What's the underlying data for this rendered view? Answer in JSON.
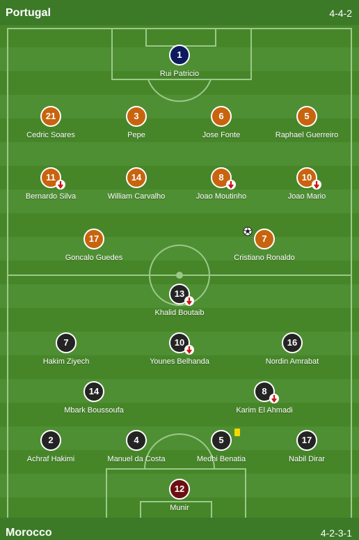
{
  "top_team": {
    "name": "Portugal",
    "formation": "4-4-2"
  },
  "bottom_team": {
    "name": "Morocco",
    "formation": "4-2-3-1"
  },
  "colors": {
    "portugal": "#c8640e",
    "portugal_gk": "#0d1b5e",
    "morocco": "#242424",
    "morocco_gk": "#6b0f12",
    "pitch": "#4f8f33"
  },
  "players": {
    "patricio": {
      "number": "1",
      "name": "Rui Patricio"
    },
    "soares": {
      "number": "21",
      "name": "Cedric Soares"
    },
    "pepe": {
      "number": "3",
      "name": "Pepe"
    },
    "fonte": {
      "number": "6",
      "name": "Jose Fonte"
    },
    "guerreiro": {
      "number": "5",
      "name": "Raphael Guerreiro"
    },
    "bsilva": {
      "number": "11",
      "name": "Bernardo Silva"
    },
    "carvalho": {
      "number": "14",
      "name": "William Carvalho"
    },
    "moutinho": {
      "number": "8",
      "name": "Joao Moutinho"
    },
    "mario": {
      "number": "10",
      "name": "Joao Mario"
    },
    "guedes": {
      "number": "17",
      "name": "Goncalo Guedes"
    },
    "ronaldo": {
      "number": "7",
      "name": "Cristiano Ronaldo"
    },
    "boutaib": {
      "number": "13",
      "name": "Khalid Boutaib"
    },
    "ziyech": {
      "number": "7",
      "name": "Hakim Ziyech"
    },
    "belhanda": {
      "number": "10",
      "name": "Younes Belhanda"
    },
    "amrabat": {
      "number": "16",
      "name": "Nordin Amrabat"
    },
    "boussoufa": {
      "number": "14",
      "name": "Mbark Boussoufa"
    },
    "elahmadi": {
      "number": "8",
      "name": "Karim El Ahmadi"
    },
    "hakimi": {
      "number": "2",
      "name": "Achraf Hakimi"
    },
    "dacosta": {
      "number": "4",
      "name": "Manuel da Costa"
    },
    "benatia": {
      "number": "5",
      "name": "Medhi Benatia"
    },
    "dirar": {
      "number": "17",
      "name": "Nabil Dirar"
    },
    "munir": {
      "number": "12",
      "name": "Munir"
    }
  }
}
